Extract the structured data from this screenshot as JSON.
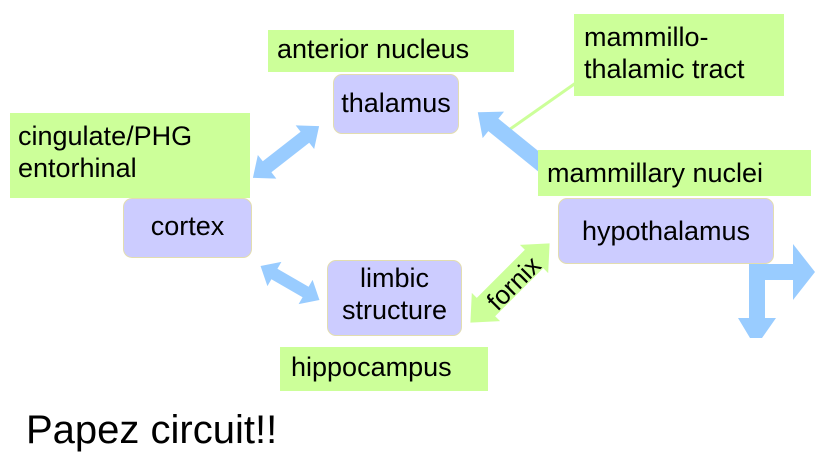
{
  "nodes": {
    "thalamus": "thalamus",
    "cortex": "cortex",
    "limbic_line1": "limbic",
    "limbic_line2": "structure",
    "hypothalamus": "hypothalamus"
  },
  "labels": {
    "anterior_nucleus": "anterior nucleus",
    "tract_line1": "mammillo-",
    "tract_line2": "thalamic tract",
    "cingulate_line1": "cingulate/PHG",
    "cingulate_line2": "entorhinal",
    "mammillary": "mammillary nuclei",
    "hippocampus": "hippocampus",
    "fornix": "fornix"
  },
  "caption": "Papez circuit!!",
  "colors": {
    "structure_fill": "#ccccff",
    "label_fill": "#ccff99",
    "arrow_fill": "#99ccff",
    "fornix_arrow_fill": "#ccff99"
  },
  "icons": [
    "double-arrow",
    "single-arrow",
    "bent-arrow"
  ]
}
